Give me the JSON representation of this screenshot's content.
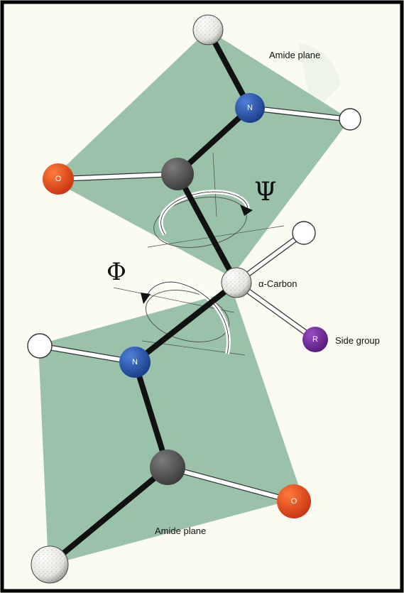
{
  "labels": {
    "amide_plane_top": "Amide plane",
    "amide_plane_bottom": "Amide plane",
    "alpha_carbon": "α-Carbon",
    "side_group": "Side group",
    "psi": "Ψ",
    "phi": "Φ"
  },
  "atoms": {
    "nitrogen_top": "N",
    "nitrogen_bottom": "N",
    "oxygen_top": "O",
    "oxygen_bottom": "O",
    "side_chain": "R"
  },
  "colors": {
    "plane": "#94bfa4",
    "background": "#fbfbf1",
    "frame": "#000000",
    "nitrogen": "#1f4fa8",
    "oxygen": "#e84a1a",
    "carbon": "#5a5a5a",
    "side_chain": "#6b2390",
    "hydrogen": "#ffffff"
  }
}
